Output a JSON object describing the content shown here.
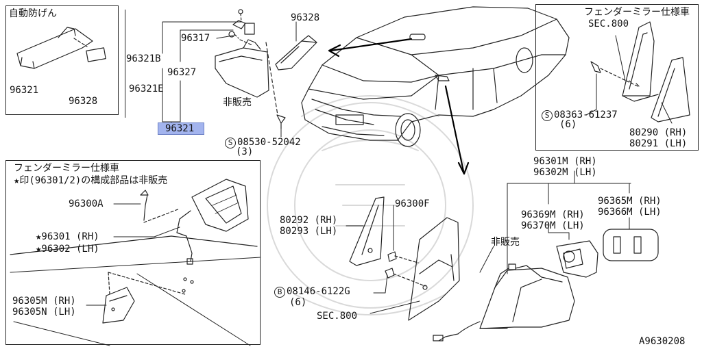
{
  "diagram_id": "A9630208",
  "panel_auto_dimming": {
    "title": "自動防げん",
    "parts": [
      "96321",
      "96328"
    ]
  },
  "panel_inner_mirror": {
    "labels": {
      "p96321b": "96321B",
      "p96317": "96317",
      "p96327": "96327",
      "p96321e": "96321E",
      "not_sold": "非販売",
      "p96321_highlight": "96321"
    }
  },
  "part_96328": "96328",
  "screw_08530": {
    "part": "08530-52042",
    "qty": "(3)",
    "prefix": "S"
  },
  "panel_fender_mirror_tr": {
    "title": "フェンダーミラー仕様車",
    "sec": "SEC.800",
    "screw": {
      "part": "08363-61237",
      "qty": "(6)",
      "prefix": "S"
    },
    "p80290": "80290 (RH)",
    "p80291": "80291 (LH)"
  },
  "panel_fender_mirror_bl": {
    "title": "フェンダーミラー仕様車",
    "note": "★印(96301/2)の構成部品は非販売",
    "p96300a": "96300A",
    "p96301": "★96301 (RH)",
    "p96302": "★96302 (LH)",
    "p96305m": "96305M (RH)",
    "p96305n": "96305N (LH)"
  },
  "door_mirror": {
    "p96301m": "96301M (RH)",
    "p96302m": "96302M (LH)",
    "p96369m": "96369M (RH)",
    "p96370m": "96370M (LH)",
    "p96365m": "96365M (RH)",
    "p96366m": "96366M (LH)",
    "not_sold": "非販売",
    "p96300f": "96300F",
    "p80292": "80292 (RH)",
    "p80293": "80293 (LH)",
    "bolt": {
      "part": "08146-6122G",
      "qty": "(6)",
      "prefix": "B"
    },
    "sec": "SEC.800"
  }
}
